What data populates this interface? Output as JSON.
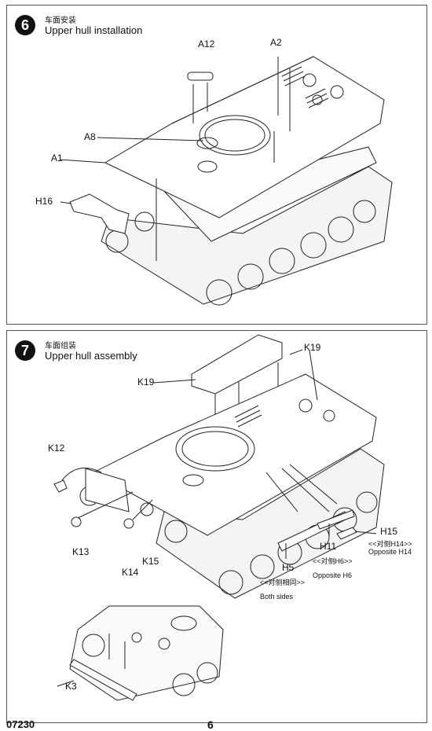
{
  "step6": {
    "number": "6",
    "title_cn": "车面安装",
    "title_en": "Upper hull installation",
    "labels": {
      "a12": "A12",
      "a2": "A2",
      "a8": "A8",
      "a1": "A1",
      "h16": "H16"
    }
  },
  "step7": {
    "number": "7",
    "title_cn": "车面组装",
    "title_en": "Upper hull assembly",
    "labels": {
      "k19a": "K19",
      "k19b": "K19",
      "k12": "K12",
      "k13": "K13",
      "k14": "K14",
      "k15": "K15",
      "h5": "H5",
      "h5_cn": "<<对侧相同>>",
      "h5_en": "Both sides",
      "h11": "H11",
      "h11_cn": "<<对侧H6>>",
      "h11_en": "Opposite H6",
      "h15": "H15",
      "h15_cn": "<<对侧H14>>",
      "h15_en": "Opposite H14",
      "k3": "K3"
    }
  },
  "footer": {
    "code": "07230",
    "page": "6"
  }
}
